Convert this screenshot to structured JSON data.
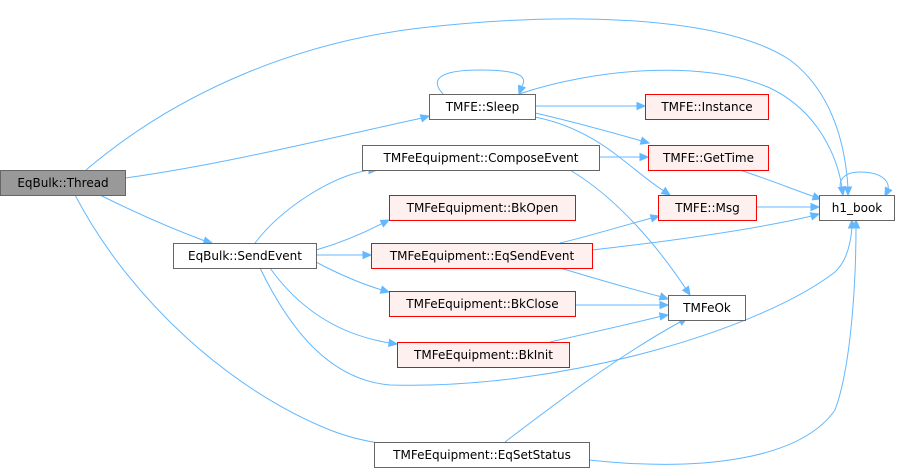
{
  "colors": {
    "edge": "#63b8ff",
    "root_fill": "#999999",
    "root_border": "#666666",
    "normal_fill": "#ffffff",
    "normal_border": "#666666",
    "ref_fill": "#fff0f0",
    "ref_border": "#ff0000"
  },
  "nodes": {
    "thread": {
      "label": "EqBulk::Thread",
      "style": "root"
    },
    "sleep": {
      "label": "TMFE::Sleep",
      "style": "normal"
    },
    "instance": {
      "label": "TMFE::Instance",
      "style": "ref"
    },
    "compose": {
      "label": "TMFeEquipment::ComposeEvent",
      "style": "normal"
    },
    "gettime": {
      "label": "TMFE::GetTime",
      "style": "ref"
    },
    "bkopen": {
      "label": "TMFeEquipment::BkOpen",
      "style": "ref"
    },
    "msg": {
      "label": "TMFE::Msg",
      "style": "ref"
    },
    "h1book": {
      "label": "h1_book",
      "style": "normal"
    },
    "sendevent": {
      "label": "EqBulk::SendEvent",
      "style": "normal"
    },
    "eqsendevent": {
      "label": "TMFeEquipment::EqSendEvent",
      "style": "ref"
    },
    "bkclose": {
      "label": "TMFeEquipment::BkClose",
      "style": "ref"
    },
    "tmfeok": {
      "label": "TMFeOk",
      "style": "normal"
    },
    "bkinit": {
      "label": "TMFeEquipment::BkInit",
      "style": "ref"
    },
    "eqsetstatus": {
      "label": "TMFeEquipment::EqSetStatus",
      "style": "normal"
    }
  }
}
